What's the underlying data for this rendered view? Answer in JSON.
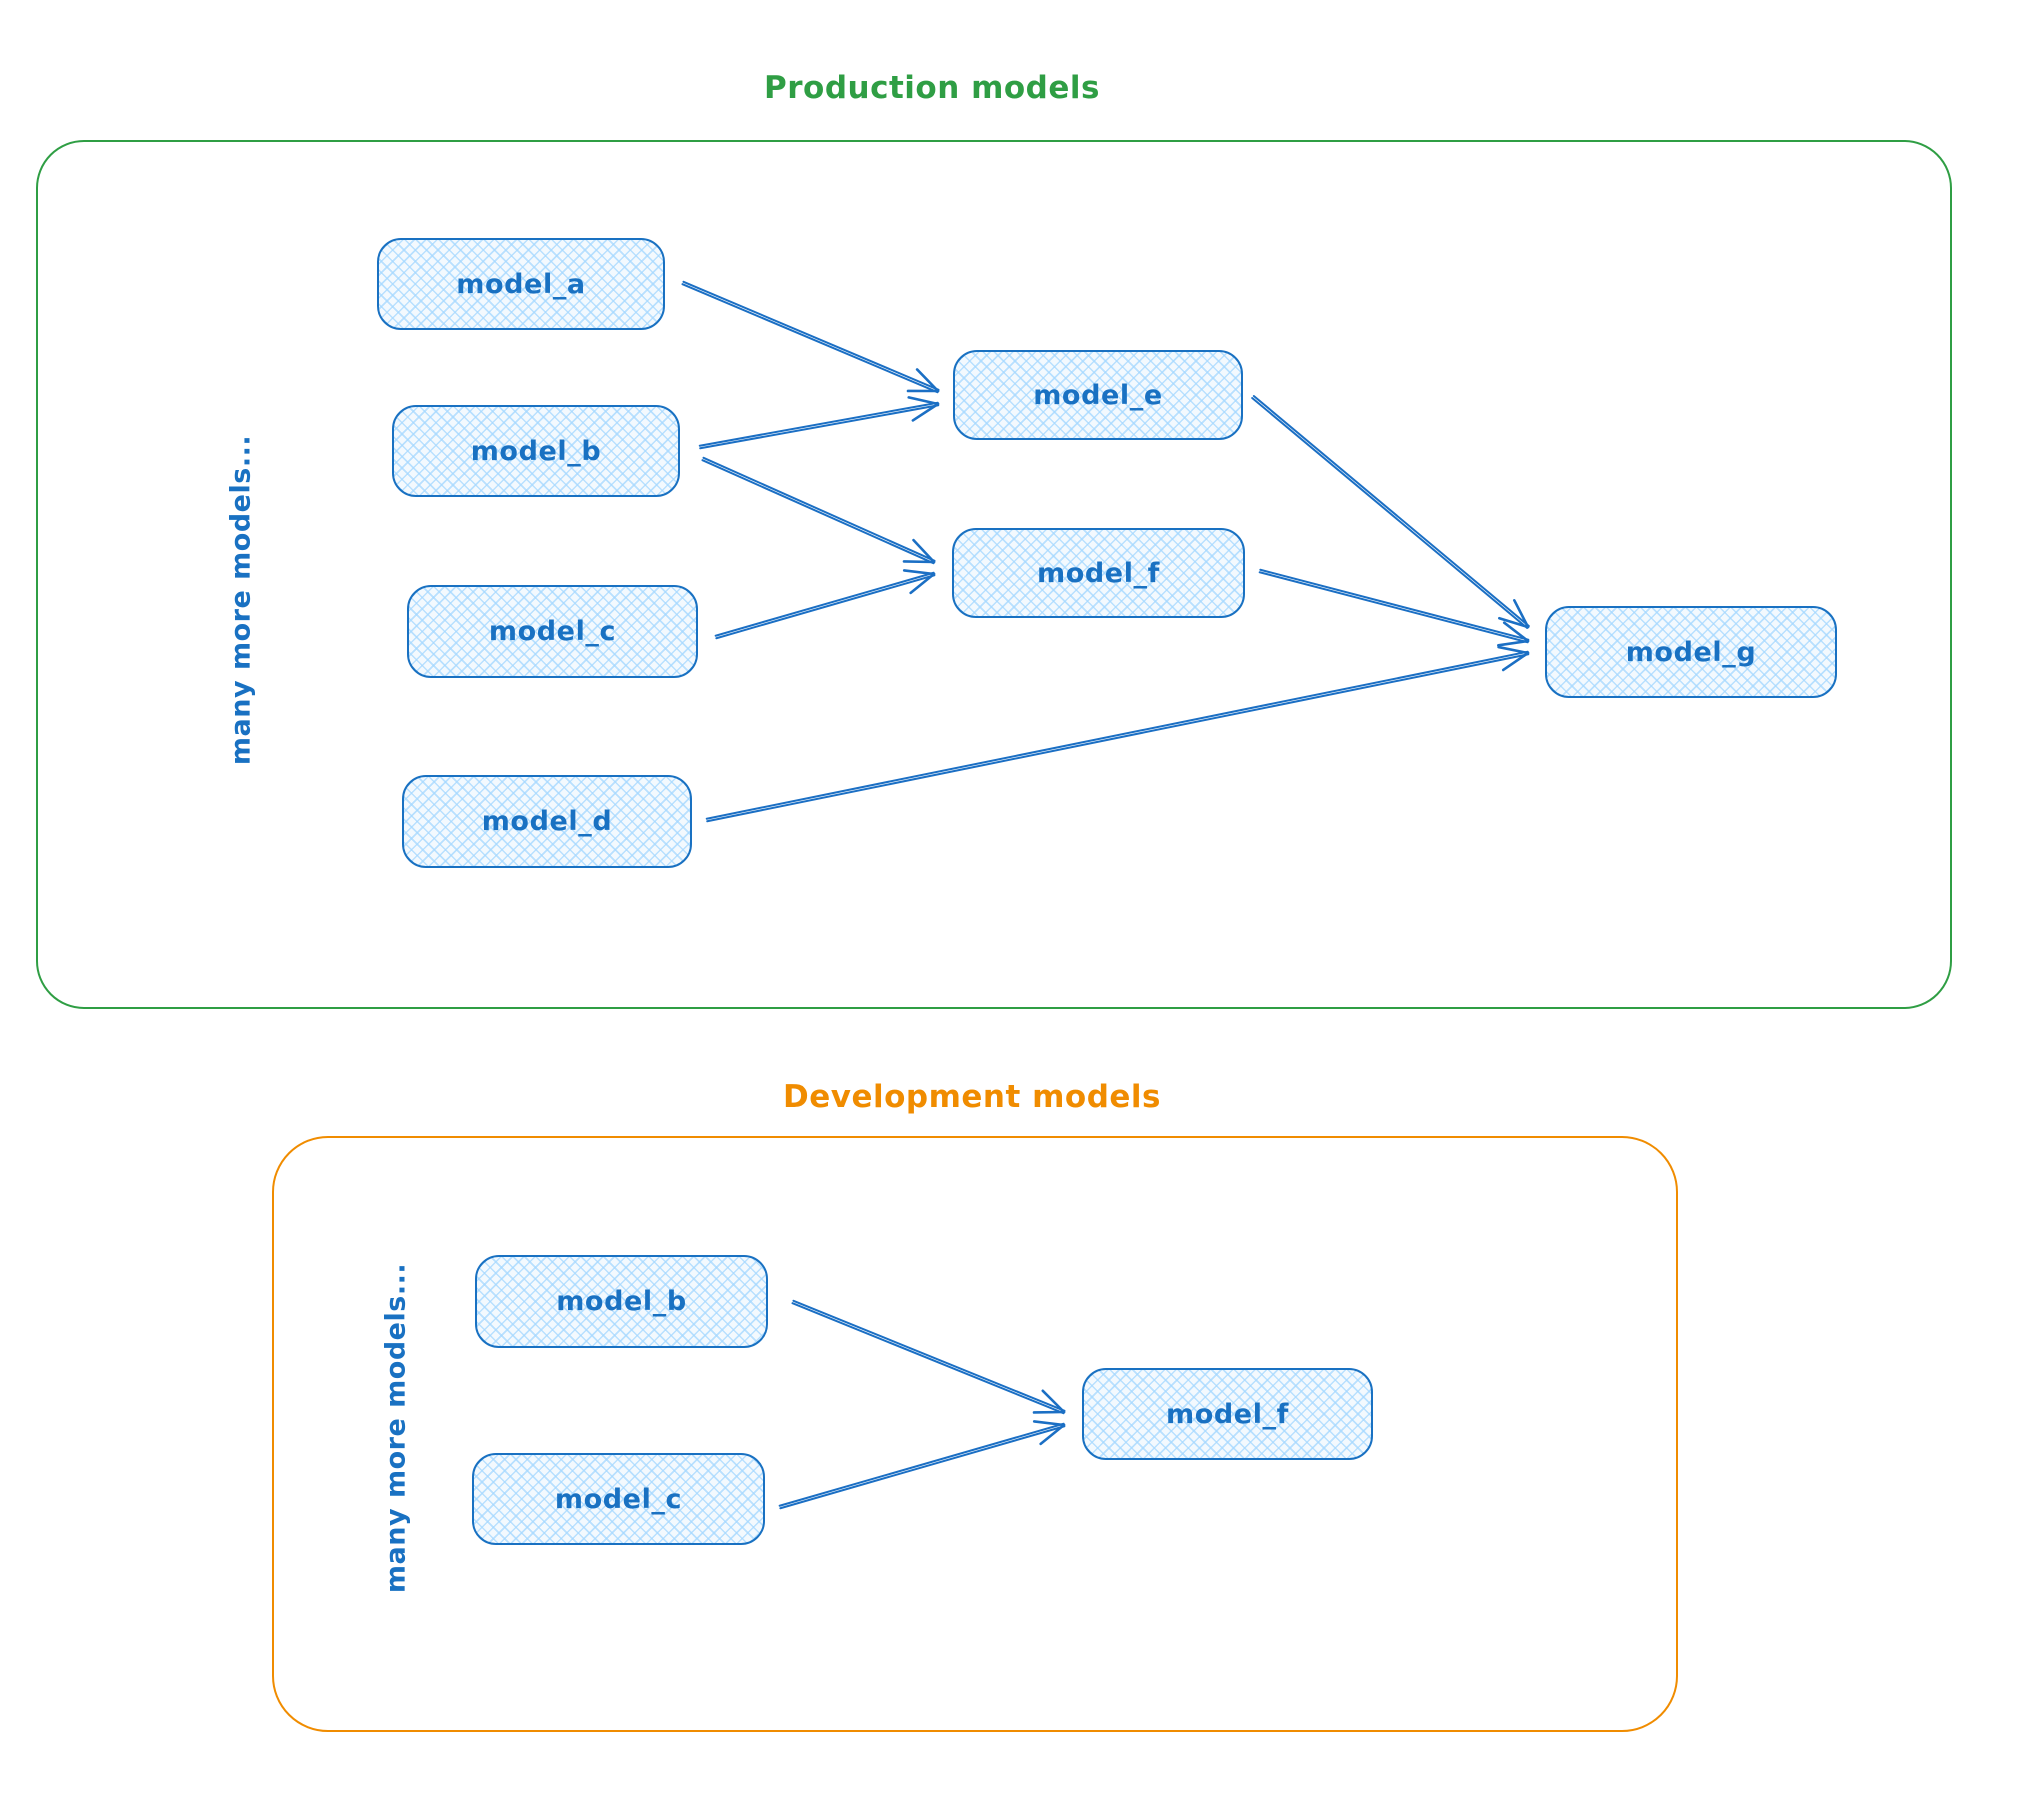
{
  "diagram": {
    "sections": [
      {
        "id": "production",
        "title": "Production models",
        "accent_color": "#2f9e44",
        "side_label": "many more models...",
        "nodes": [
          {
            "id": "model_a",
            "label": "model_a"
          },
          {
            "id": "model_b",
            "label": "model_b"
          },
          {
            "id": "model_c",
            "label": "model_c"
          },
          {
            "id": "model_d",
            "label": "model_d"
          },
          {
            "id": "model_e",
            "label": "model_e"
          },
          {
            "id": "model_f",
            "label": "model_f"
          },
          {
            "id": "model_g",
            "label": "model_g"
          }
        ],
        "edges": [
          {
            "from": "model_a",
            "to": "model_e"
          },
          {
            "from": "model_b",
            "to": "model_e"
          },
          {
            "from": "model_b",
            "to": "model_f"
          },
          {
            "from": "model_c",
            "to": "model_f"
          },
          {
            "from": "model_e",
            "to": "model_g"
          },
          {
            "from": "model_f",
            "to": "model_g"
          },
          {
            "from": "model_d",
            "to": "model_g"
          }
        ]
      },
      {
        "id": "development",
        "title": "Development models",
        "accent_color": "#f08c00",
        "side_label": "many more models...",
        "nodes": [
          {
            "id": "model_b",
            "label": "model_b"
          },
          {
            "id": "model_c",
            "label": "model_c"
          },
          {
            "id": "model_f",
            "label": "model_f"
          }
        ],
        "edges": [
          {
            "from": "model_b",
            "to": "model_f"
          },
          {
            "from": "model_c",
            "to": "model_f"
          }
        ]
      }
    ],
    "node_style": {
      "stroke": "#1971c2",
      "fill": "#f3f9fe",
      "hatch": "#a5d8ff",
      "text_color": "#1971c2"
    },
    "arrow_color": "#1b6fc4"
  }
}
